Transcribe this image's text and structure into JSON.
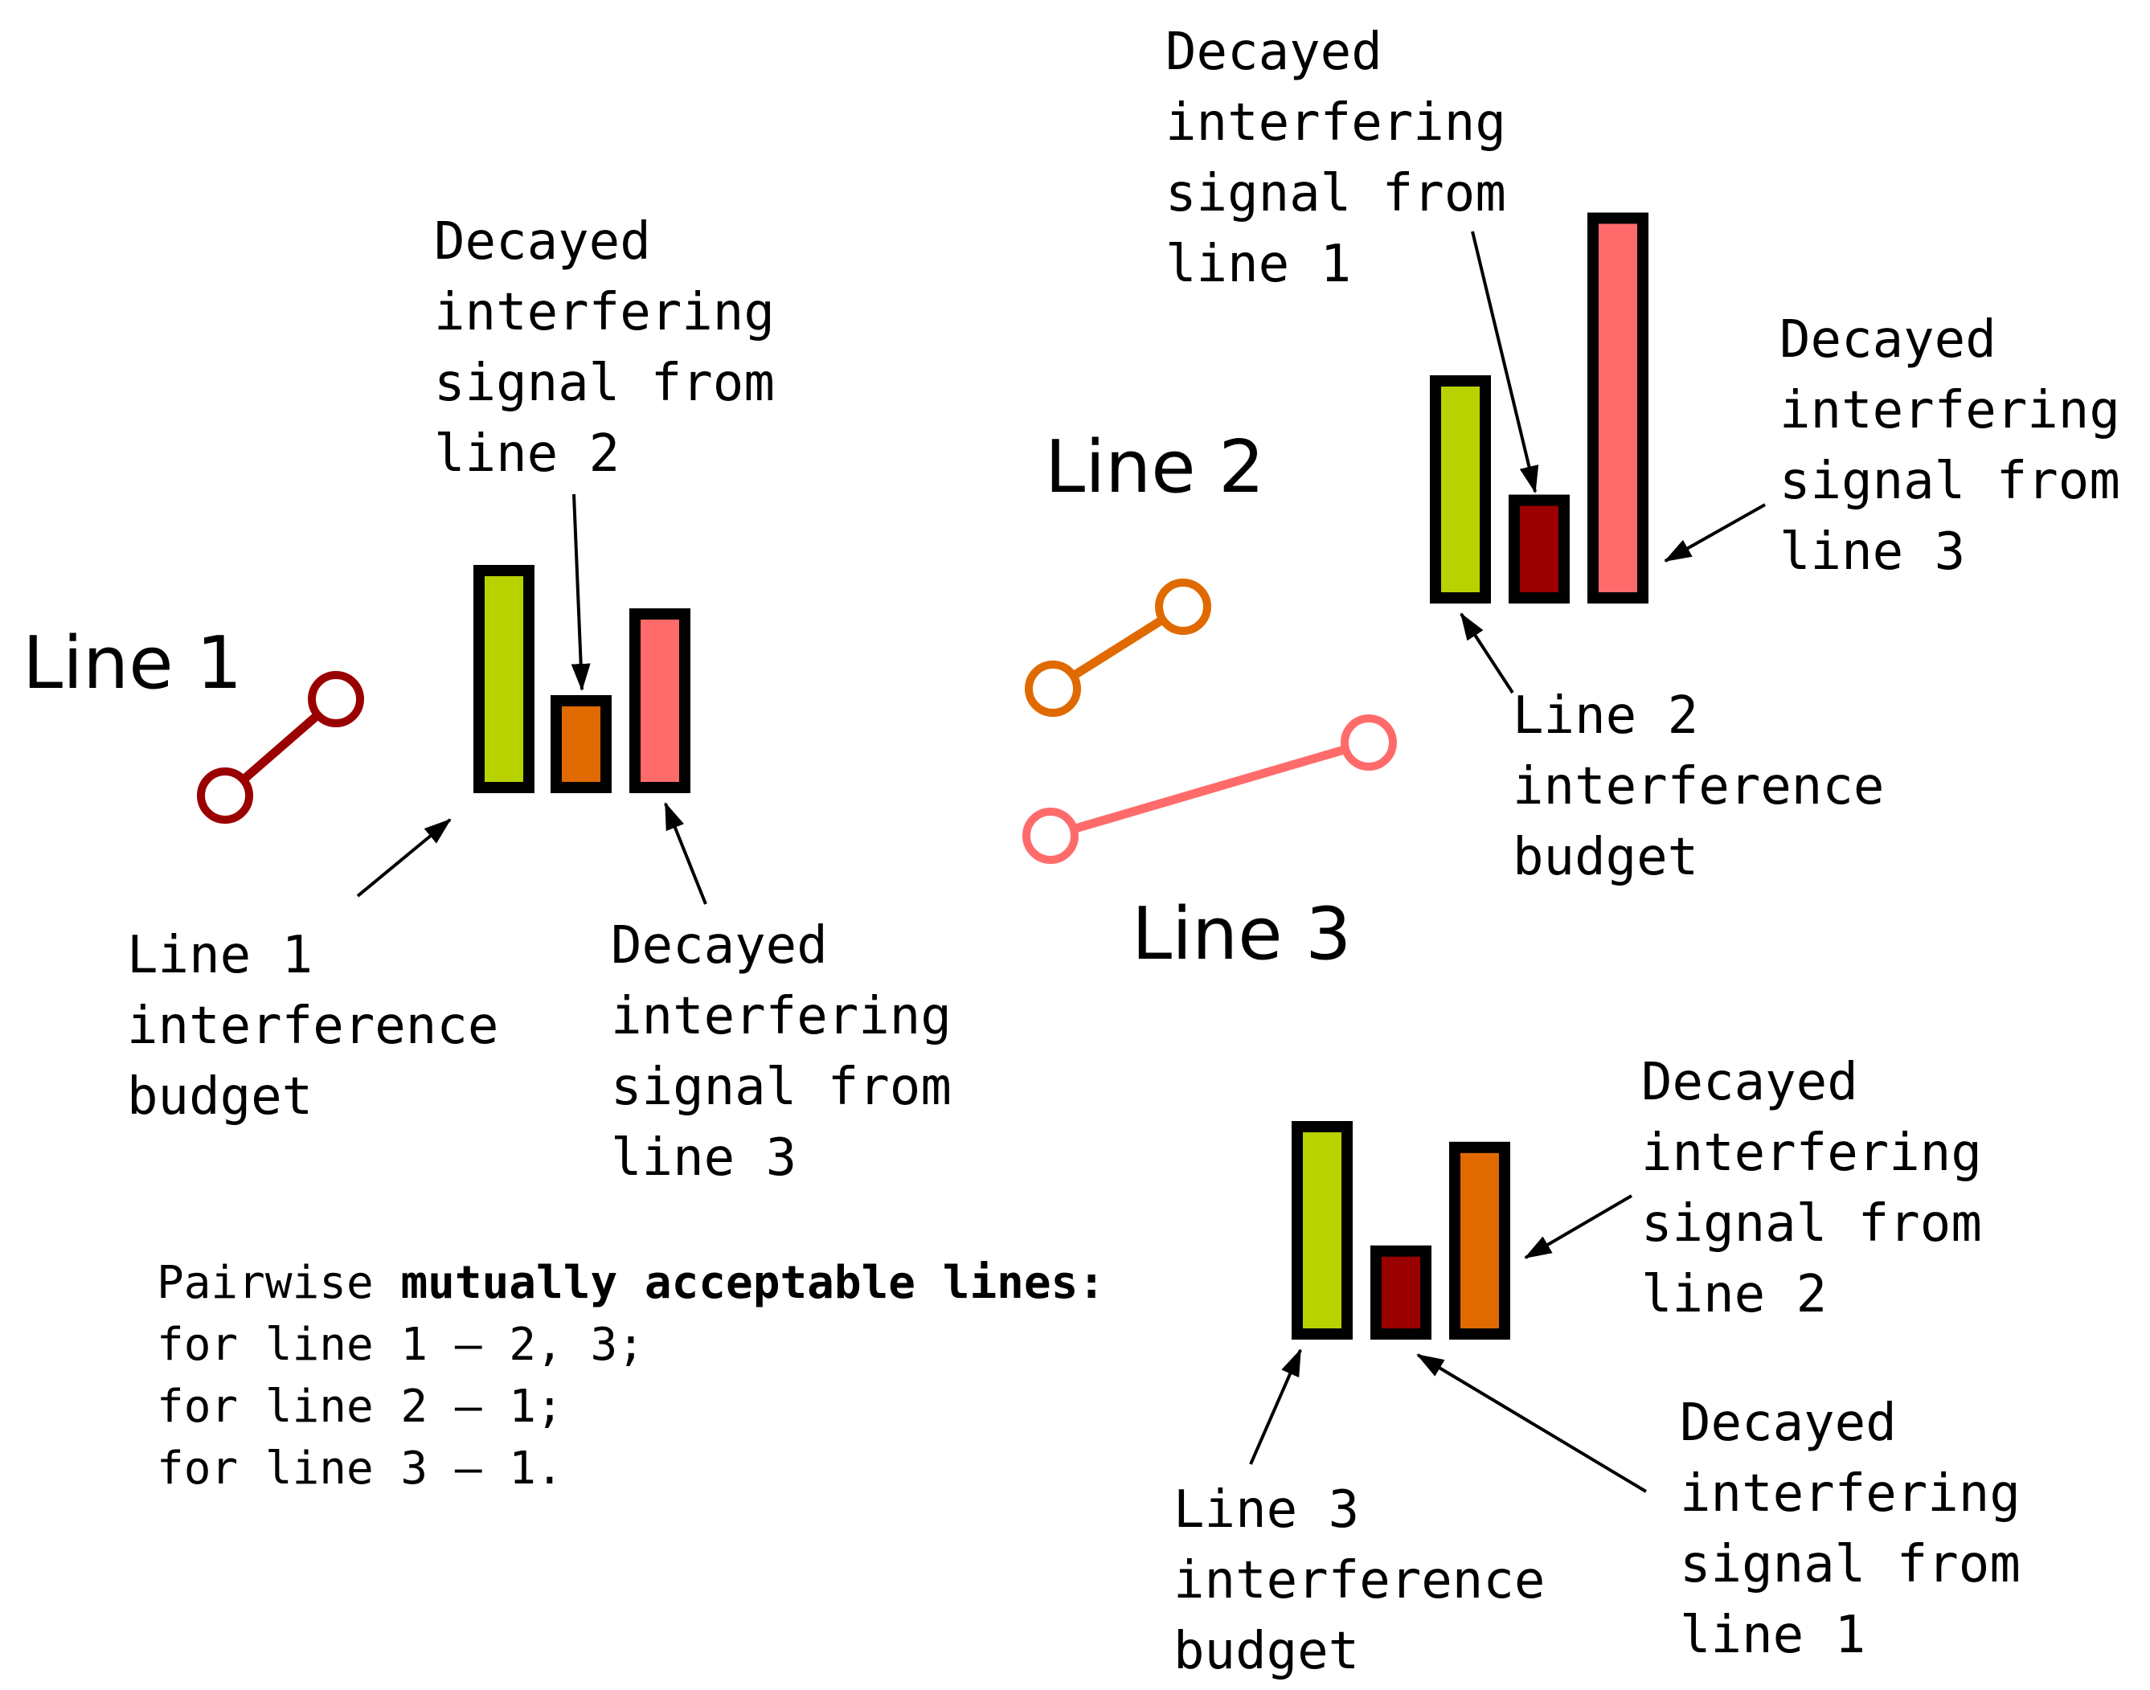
{
  "colors": {
    "budget": "#b8d200",
    "line1": "#9b0000",
    "line2": "#e06a00",
    "line3": "#ff6b6b",
    "stroke": "#000000"
  },
  "lines": [
    {
      "id": "line1",
      "label": "Line 1",
      "color": "#9b0000"
    },
    {
      "id": "line2",
      "label": "Line 2",
      "color": "#e06a00"
    },
    {
      "id": "line3",
      "label": "Line 3",
      "color": "#ff6b6b"
    }
  ],
  "groups": [
    {
      "id": "g1",
      "bars": [
        {
          "role": "budget",
          "level": 1.0
        },
        {
          "role": "line2",
          "level": 0.4
        },
        {
          "role": "line3",
          "level": 0.8
        }
      ],
      "annotations": [
        {
          "id": "g1-budget",
          "lines": [
            "Line 1",
            "interference",
            "budget"
          ]
        },
        {
          "id": "g1-from2",
          "lines": [
            "Decayed",
            "interfering",
            "signal from",
            "line 2"
          ]
        },
        {
          "id": "g1-from3",
          "lines": [
            "Decayed",
            "interfering",
            "signal from",
            "line 3"
          ]
        }
      ]
    },
    {
      "id": "g2",
      "bars": [
        {
          "role": "budget",
          "level": 1.0
        },
        {
          "role": "line1",
          "level": 0.45
        },
        {
          "role": "line3",
          "level": 1.75
        }
      ],
      "annotations": [
        {
          "id": "g2-budget",
          "lines": [
            "Line 2",
            "interference",
            "budget"
          ]
        },
        {
          "id": "g2-from1",
          "lines": [
            "Decayed",
            "interfering",
            "signal from",
            "line 1"
          ]
        },
        {
          "id": "g2-from3",
          "lines": [
            "Decayed",
            "interfering",
            "signal from",
            "line 3"
          ]
        }
      ]
    },
    {
      "id": "g3",
      "bars": [
        {
          "role": "budget",
          "level": 1.0
        },
        {
          "role": "line1",
          "level": 0.4
        },
        {
          "role": "line2",
          "level": 0.9
        }
      ],
      "annotations": [
        {
          "id": "g3-budget",
          "lines": [
            "Line 3",
            "interference",
            "budget"
          ]
        },
        {
          "id": "g3-from2",
          "lines": [
            "Decayed",
            "interfering",
            "signal from",
            "line 2"
          ]
        },
        {
          "id": "g3-from1",
          "lines": [
            "Decayed",
            "interfering",
            "signal from",
            "line 1"
          ]
        }
      ]
    }
  ],
  "summary": {
    "head_normal": "Pairwise ",
    "head_bold": "mutually acceptable lines:",
    "rows": [
      "for line 1 – 2, 3;",
      "for line 2 – 1;",
      "for line 3 – 1."
    ]
  }
}
